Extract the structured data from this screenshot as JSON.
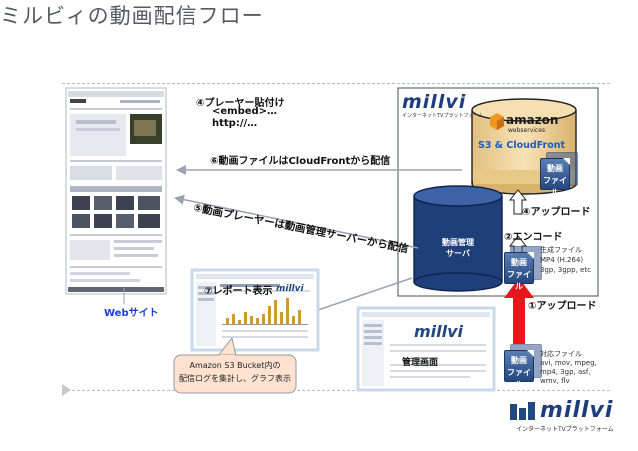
{
  "slide_title": "ミルビィの動画配信フロー",
  "website_label": "Webサイト",
  "millvi_logo": {
    "brand": "millvi",
    "tagline": "インターネットTVプラットフォーム"
  },
  "aws_logo": {
    "brand": "amazon",
    "sub": "webservices"
  },
  "s3_label": "S3 & CloudFront",
  "server_label": {
    "line1": "動画管理",
    "line2": "サーバ"
  },
  "video_file_icon": {
    "line1": "動画",
    "line2": "ファイル"
  },
  "steps": {
    "step1": "①アップロード",
    "step2": "②エンコード",
    "step4_title": "④プレーヤー貼付け",
    "step4_line2": "<embed>…",
    "step4_line3": "http://…",
    "step5": "⑤動画プレーヤーは動画管理サーバーから配信",
    "step6": "⑥動画ファイルはCloudFrontから配信",
    "step7": "⑦レポート表示"
  },
  "generated_files": {
    "title": "生成ファイル",
    "line2": "MP4 (H.264)",
    "line3": "3gp, 3gpp, etc"
  },
  "source_files": {
    "title": "対応ファイル",
    "line2": "avi, mov, mpeg,",
    "line3": "mp4, 3gp, asf,",
    "line4": "wmv, flv"
  },
  "admin_screen_label": "管理画面",
  "callout": {
    "line1": "Amazon S3 Bucket内の",
    "line2": "配信ログを集計し、グラフ表示"
  },
  "colors": {
    "title": "#555a63",
    "server_blue": "#1f3f7a",
    "cylinder_tan": "#efd39c",
    "website_label": "#1a3fd0",
    "upload_arrow": "#e8161b",
    "callout_fill": "#fde3cf"
  }
}
